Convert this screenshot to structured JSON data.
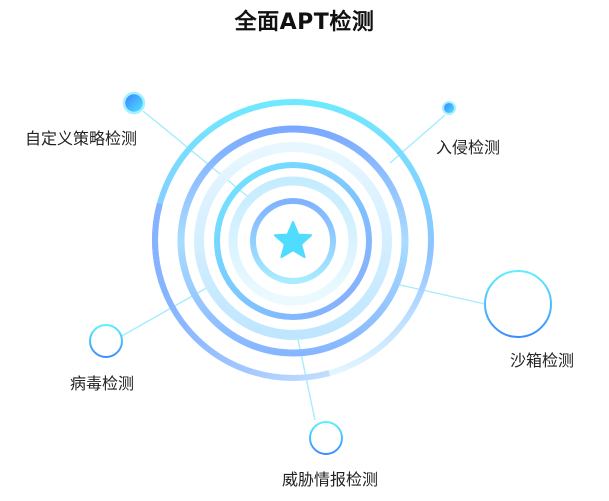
{
  "title": "全面APT检测",
  "colors": {
    "accent_cyan": "#5fe4ff",
    "accent_blue": "#8fb6ff",
    "ring_light": "#d8f4ff",
    "center_star": "#4fdcff",
    "connector": "#a6ecff"
  },
  "center_icon": "star-icon",
  "nodes": [
    {
      "key": "custom-policy",
      "label": "自定义策略检测"
    },
    {
      "key": "intrusion",
      "label": "入侵检测"
    },
    {
      "key": "sandbox",
      "label": "沙箱检测"
    },
    {
      "key": "threat-intel",
      "label": "威胁情报检测"
    },
    {
      "key": "virus",
      "label": "病毒检测"
    }
  ]
}
